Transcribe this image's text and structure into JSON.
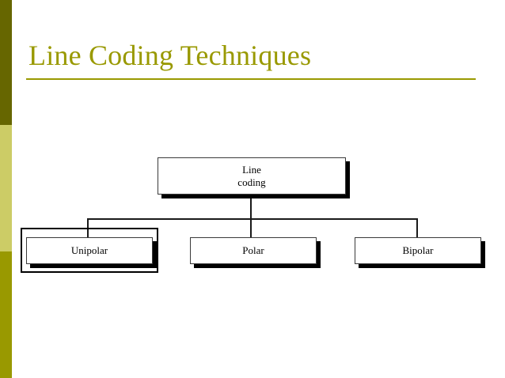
{
  "slide": {
    "title": "Line Coding Techniques",
    "background_color": "#ffffff"
  },
  "sidebar": {
    "bands": [
      {
        "name": "band-top",
        "color": "#666600"
      },
      {
        "name": "band-middle",
        "color": "#cccc66"
      },
      {
        "name": "band-bottom",
        "color": "#999900"
      }
    ]
  },
  "theme": {
    "title_color": "#999900",
    "rule_color": "#999900",
    "node_text_color": "#000000",
    "node_border_color": "#3a3a3a",
    "node_shadow_color": "#000000",
    "connector_color": "#1a1a1a",
    "selection_color": "#000000"
  },
  "diagram": {
    "type": "tree",
    "root": {
      "id": "line-coding",
      "line1": "Line",
      "line2": "coding"
    },
    "children": [
      {
        "id": "unipolar",
        "label": "Unipolar",
        "selected": true
      },
      {
        "id": "polar",
        "label": "Polar",
        "selected": false
      },
      {
        "id": "bipolar",
        "label": "Bipolar",
        "selected": false
      }
    ]
  }
}
